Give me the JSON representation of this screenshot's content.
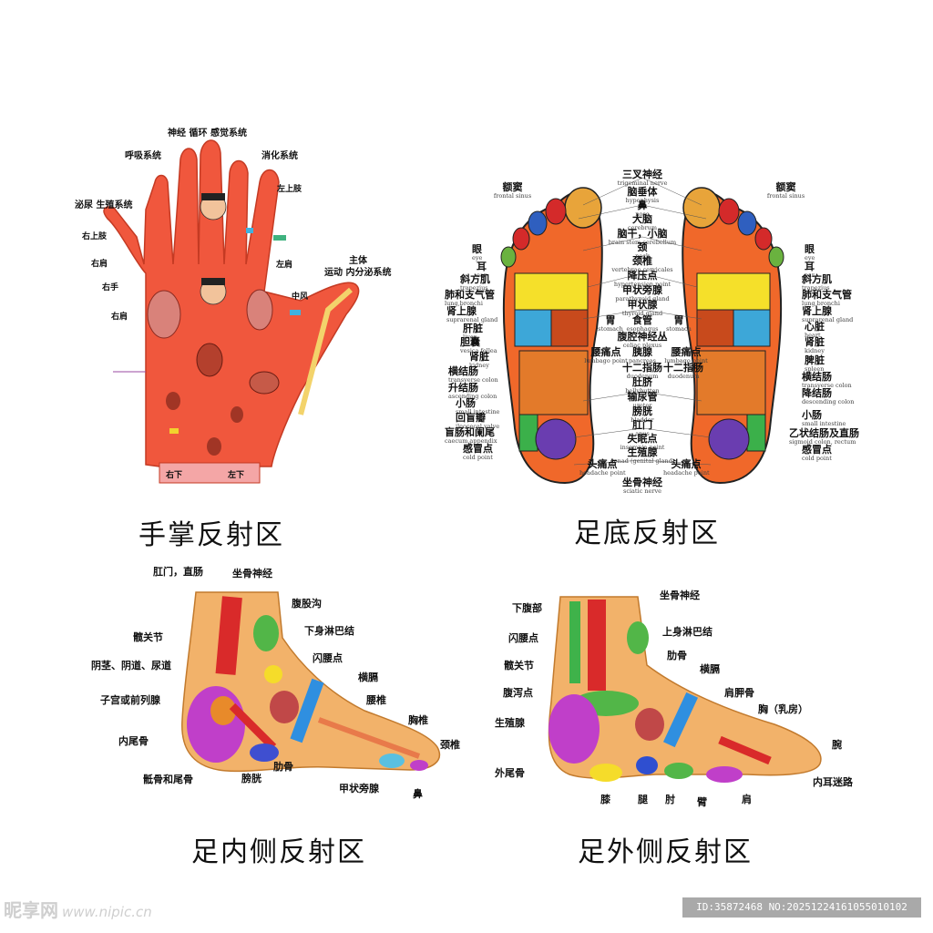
{
  "captions": {
    "palm": "手掌反射区",
    "sole": "足底反射区",
    "inner": "足内侧反射区",
    "outer": "足外侧反射区"
  },
  "palm": {
    "labels": {
      "top": "神经 循环  感觉系统",
      "respiratory": "呼吸系统",
      "digestive": "消化系统",
      "urinary": "泌尿 生殖系统",
      "main": "主体",
      "motor": "运动 内分泌系统",
      "left_upper": "右上肢",
      "right_shoulder": "右肩",
      "right_hand": "右手",
      "right_lung": "右肩",
      "left_lung": "左肩",
      "left_upper_2": "左上肢",
      "mid": "中风",
      "bottom_left": "右下",
      "bottom_right": "左下"
    }
  },
  "sole": {
    "center": [
      {
        "zh": "三叉神经",
        "en": "trigeminal nerve"
      },
      {
        "zh": "脑垂体",
        "en": "hypophysis"
      },
      {
        "zh": "鼻",
        "en": "nose"
      },
      {
        "zh": "大脑",
        "en": "cerebrum"
      },
      {
        "zh": "脑干，小脑",
        "en": "brain stem,cerebellum"
      },
      {
        "zh": "颈",
        "en": "neck"
      },
      {
        "zh": "颈椎",
        "en": "vertebrae cervicales"
      },
      {
        "zh": "降压点",
        "en": "hypertension point"
      },
      {
        "zh": "甲状旁腺",
        "en": "parathyroid gland"
      },
      {
        "zh": "甲状腺",
        "en": "thyroid gland"
      },
      {
        "zh": "食管",
        "en": "esophagus"
      },
      {
        "zh": "腹腔神经丛",
        "en": "celiac plexus"
      },
      {
        "zh": "胰腺",
        "en": "pancreas"
      },
      {
        "zh": "十二指肠",
        "en": "duodenum"
      },
      {
        "zh": "肚脐",
        "en": "bellybutton"
      },
      {
        "zh": "输尿管",
        "en": "ureter"
      },
      {
        "zh": "膀胱",
        "en": "bladder"
      },
      {
        "zh": "肛门",
        "en": "anus"
      },
      {
        "zh": "失眠点",
        "en": "insomnia point"
      },
      {
        "zh": "生殖腺",
        "en": "gonad (genital gland)"
      },
      {
        "zh": "坐骨神经",
        "en": "sciatic nerve"
      }
    ],
    "left": [
      {
        "zh": "额窦",
        "en": "frontal sinus"
      },
      {
        "zh": "眼",
        "en": "eye"
      },
      {
        "zh": "耳",
        "en": "ear"
      },
      {
        "zh": "斜方肌",
        "en": "trapezius"
      },
      {
        "zh": "肺和支气管",
        "en": "lung,bronchi"
      },
      {
        "zh": "肾上腺",
        "en": "suprarenal gland"
      },
      {
        "zh": "肝脏",
        "en": "liver"
      },
      {
        "zh": "胆囊",
        "en": "vesica fellea"
      },
      {
        "zh": "肾脏",
        "en": "kidney"
      },
      {
        "zh": "横结肠",
        "en": "transverse colon"
      },
      {
        "zh": "升结肠",
        "en": "ascending colon"
      },
      {
        "zh": "小肠",
        "en": "small intestine"
      },
      {
        "zh": "回盲瓣",
        "en": "ileocecal valve"
      },
      {
        "zh": "盲肠和阑尾",
        "en": "caecum,appendix"
      },
      {
        "zh": "感冒点",
        "en": "cold point"
      }
    ],
    "right": [
      {
        "zh": "额窦",
        "en": "frontal sinus"
      },
      {
        "zh": "眼",
        "en": "eye"
      },
      {
        "zh": "耳",
        "en": "ear"
      },
      {
        "zh": "斜方肌",
        "en": "trapezius"
      },
      {
        "zh": "肺和支气管",
        "en": "lung,bronchi"
      },
      {
        "zh": "肾上腺",
        "en": "suprarenal gland"
      },
      {
        "zh": "心脏",
        "en": "heart"
      },
      {
        "zh": "肾脏",
        "en": "kidney"
      },
      {
        "zh": "脾脏",
        "en": "spleen"
      },
      {
        "zh": "横结肠",
        "en": "transverse colon"
      },
      {
        "zh": "降结肠",
        "en": "descending colon"
      },
      {
        "zh": "小肠",
        "en": "small intestine"
      },
      {
        "zh": "乙状结肠及直肠",
        "en": "sigmoid colon, rectum"
      },
      {
        "zh": "感冒点",
        "en": "cold point"
      }
    ],
    "mid_pairs": [
      {
        "zh": "胃",
        "en": "stomach"
      },
      {
        "zh": "胃",
        "en": "stomach"
      },
      {
        "zh": "腰痛点",
        "en": "lumbago point"
      },
      {
        "zh": "腰痛点",
        "en": "lumbago point"
      },
      {
        "zh": "十二指肠",
        "en": "duodenum"
      },
      {
        "zh": "头痛点",
        "en": "headache point"
      },
      {
        "zh": "头痛点",
        "en": "headache point"
      }
    ]
  },
  "inner": {
    "labels": [
      "肛门，直肠",
      "坐骨神经",
      "腹股沟",
      "下身淋巴结",
      "髋关节",
      "闪腰点",
      "阴茎、阴道、尿道",
      "横膈",
      "子宫或前列腺",
      "腰椎",
      "胸椎",
      "内尾骨",
      "颈椎",
      "骶骨和尾骨",
      "膀胱",
      "肋骨",
      "甲状旁腺",
      "鼻"
    ]
  },
  "outer": {
    "labels": [
      "坐骨神经",
      "下腹部",
      "上身淋巴结",
      "闪腰点",
      "肋骨",
      "髋关节",
      "横膈",
      "腹泻点",
      "肩胛骨",
      "胸（乳房）",
      "生殖腺",
      "腕",
      "外尾骨",
      "内耳迷路",
      "膝",
      "腿",
      "肘",
      "臂",
      "肩"
    ]
  },
  "watermark": {
    "brand": "昵享网",
    "url": "www.nipic.cn"
  },
  "id_text": "ID:35872468 NO:20251224161055010102"
}
